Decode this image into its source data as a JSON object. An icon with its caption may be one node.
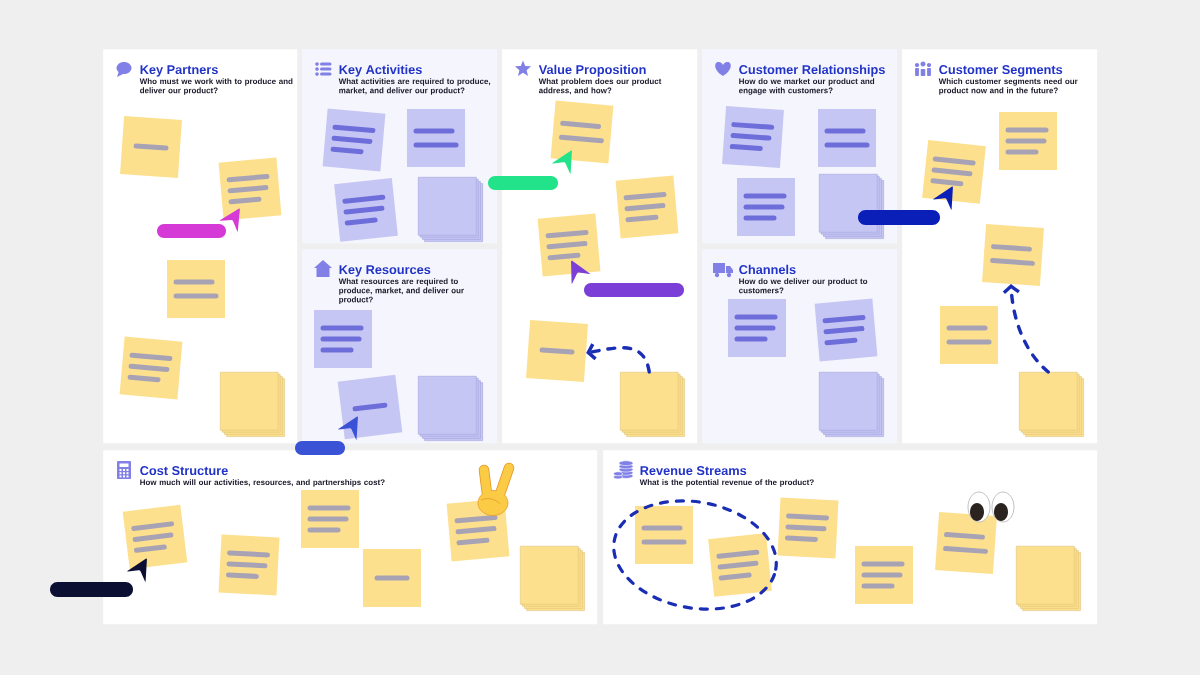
{
  "diagram": {
    "nodes": [
      {
        "text": [
          "Key Partners",
          "Who must we work with to produce and deliver our product?"
        ]
      },
      {
        "text": [
          "Key Activities",
          "What activities are required to produce, market, and deliver our product?"
        ]
      },
      {
        "text": [
          "Value Proposition",
          "What problem does our product address, and how?"
        ]
      },
      {
        "text": [
          "Customer Relationships",
          "How do we market our product and engage with customers?"
        ]
      },
      {
        "text": [
          "Customer Segments",
          "Which customer segments need our product now and in the future?"
        ]
      },
      {
        "text": [
          "Key Resources",
          "What resources are required to produce, market, and deliver our product?"
        ]
      },
      {
        "text": [
          "Channels",
          "How do we deliver our product to customers?"
        ]
      },
      {
        "text": [
          "Cost Structure",
          "How much will our activities, resources, and partnerships cost?"
        ]
      },
      {
        "text": [
          "Revenue Streams",
          "What is the potential revenue of the product?"
        ]
      },
      {
        "text": [],
        "shape": "box",
        "in": 0
      },
      {
        "text": [],
        "shape": "box",
        "in": 0
      },
      {
        "text": [],
        "shape": "box",
        "in": 0
      },
      {
        "text": [],
        "shape": "box",
        "in": 0
      },
      {
        "text": [],
        "shape": "box",
        "in": 0
      },
      {
        "text": [],
        "shape": "box",
        "in": 1
      },
      {
        "text": [],
        "shape": "box",
        "in": 1
      },
      {
        "text": [],
        "shape": "box",
        "in": 1
      },
      {
        "text": [],
        "shape": "box",
        "in": 1
      },
      {
        "text": [],
        "shape": "box",
        "in": 2
      },
      {
        "text": [],
        "shape": "box",
        "in": 2
      },
      {
        "text": [],
        "shape": "box",
        "in": 2
      },
      {
        "text": [],
        "shape": "box",
        "in": 2
      },
      {
        "text": [],
        "shape": "box",
        "in": 2
      },
      {
        "text": [],
        "shape": "box",
        "in": 3
      },
      {
        "text": [],
        "shape": "box",
        "in": 3
      },
      {
        "text": [],
        "shape": "box",
        "in": 3
      },
      {
        "text": [],
        "shape": "box",
        "in": 3
      },
      {
        "text": [],
        "shape": "box",
        "in": 4
      },
      {
        "text": [],
        "shape": "box",
        "in": 4
      },
      {
        "text": [],
        "shape": "box",
        "in": 4
      },
      {
        "text": [],
        "shape": "box",
        "in": 4
      },
      {
        "text": [],
        "shape": "box",
        "in": 4
      },
      {
        "text": [],
        "shape": "box",
        "in": 5
      },
      {
        "text": [],
        "shape": "box",
        "in": 5
      },
      {
        "text": [],
        "shape": "box",
        "in": 5
      },
      {
        "text": [],
        "shape": "box",
        "in": 6
      },
      {
        "text": [],
        "shape": "box",
        "in": 6
      },
      {
        "text": [],
        "shape": "box",
        "in": 6
      },
      {
        "text": [],
        "shape": "box",
        "in": 7
      },
      {
        "text": [],
        "shape": "box",
        "in": 7
      },
      {
        "text": [],
        "shape": "box",
        "in": 7
      },
      {
        "text": [],
        "shape": "box",
        "in": 7
      },
      {
        "text": [],
        "shape": "box",
        "in": 7
      },
      {
        "text": [],
        "shape": "box",
        "in": 7
      },
      {
        "text": [],
        "shape": "box",
        "in": 8
      },
      {
        "text": [],
        "shape": "box",
        "in": 8
      },
      {
        "text": [],
        "shape": "box",
        "in": 8
      },
      {
        "text": [],
        "shape": "box",
        "in": 8
      },
      {
        "text": [],
        "shape": "box",
        "in": 8
      },
      {
        "text": [],
        "shape": "box",
        "in": 8
      }
    ],
    "edges": [
      {
        "from": 22,
        "to": 21,
        "arrow": "to",
        "style": "dashed"
      },
      {
        "from": 31,
        "to": 29,
        "arrow": "to",
        "style": "dashed"
      }
    ]
  }
}
